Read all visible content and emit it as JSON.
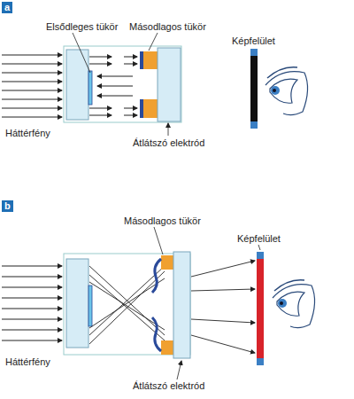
{
  "diagram": {
    "nodes": [
      {
        "text": [
          "a"
        ]
      },
      {
        "text": [
          "b"
        ]
      }
    ],
    "labels": [
      "Elsődleges tükör",
      "Másodlagos tükör",
      "Képfelület",
      "Háttérfény",
      "Átlátszó elektród",
      "Másodlagos tükör",
      "Képfelület",
      "Háttérfény",
      "Átlátszó elektród"
    ]
  }
}
